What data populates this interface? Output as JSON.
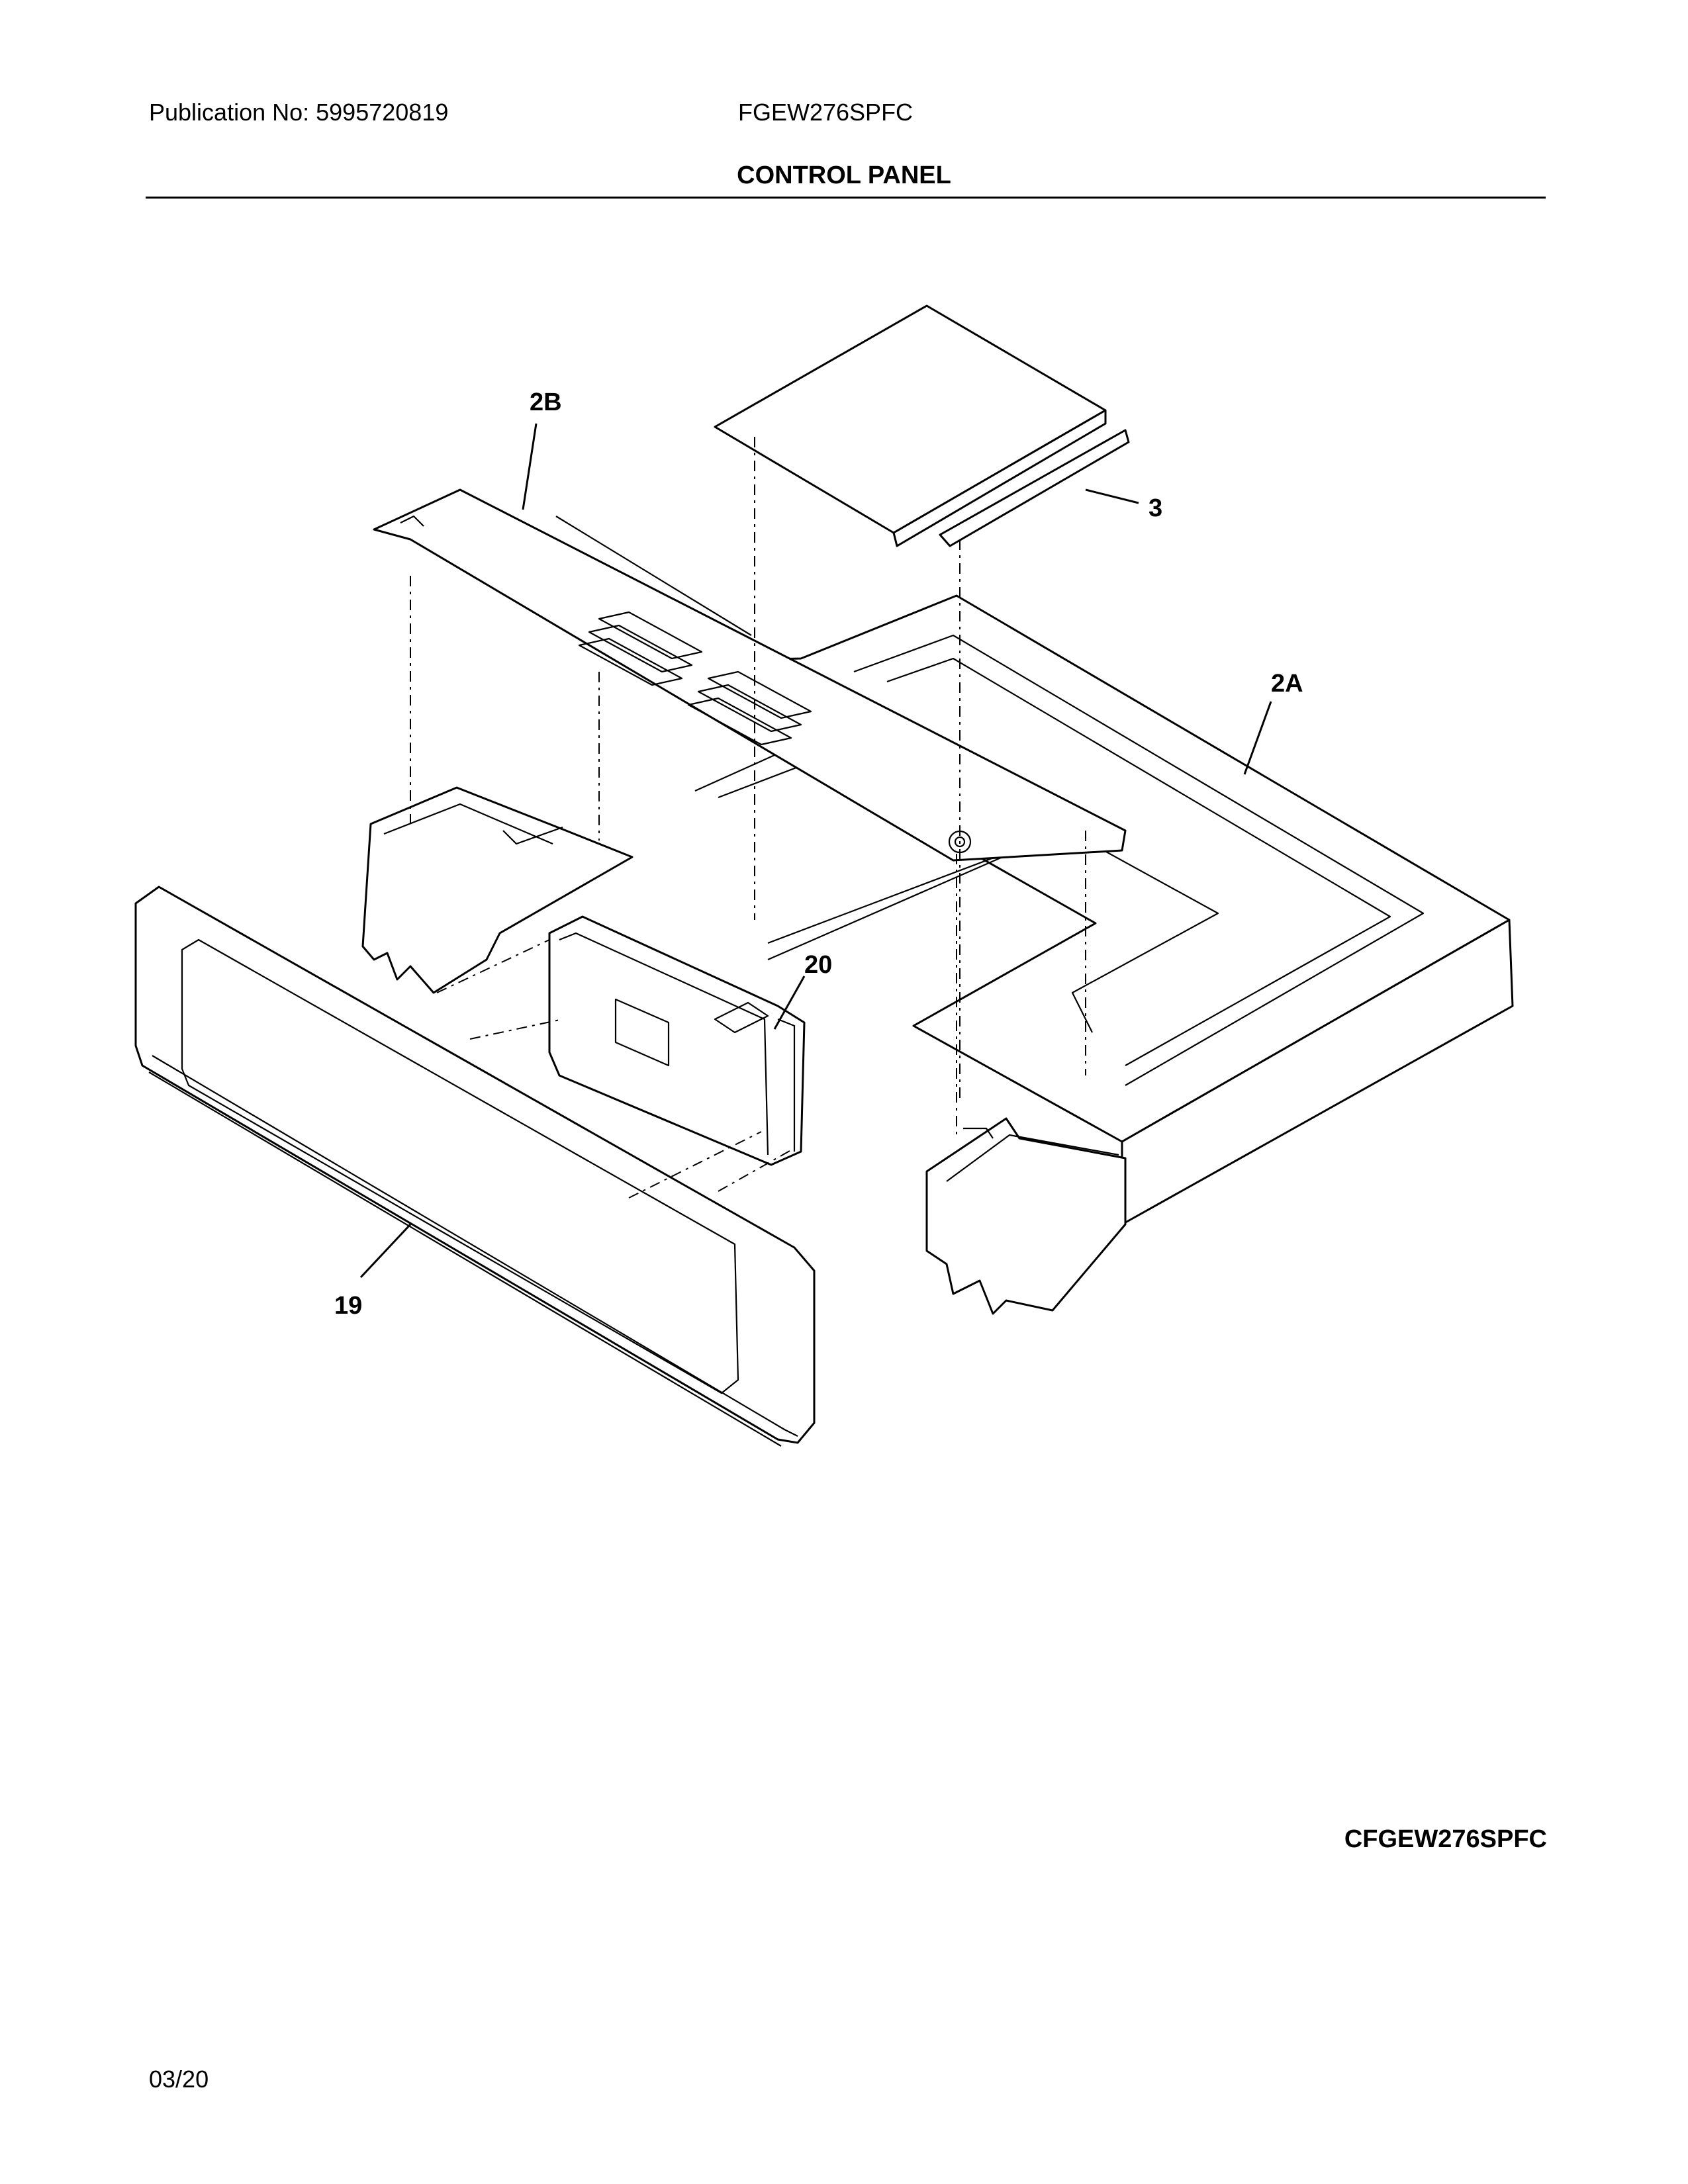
{
  "header": {
    "publication": "Publication No: 5995720819",
    "model": "FGEW276SPFC",
    "section_title": "CONTROL PANEL"
  },
  "footer": {
    "diagram_code": "CFGEW276SPFC",
    "date": "03/20"
  },
  "diagram": {
    "callouts": [
      {
        "id": "2B",
        "label": "2B"
      },
      {
        "id": "3",
        "label": "3"
      },
      {
        "id": "2A",
        "label": "2A"
      },
      {
        "id": "20",
        "label": "20"
      },
      {
        "id": "19",
        "label": "19"
      }
    ]
  }
}
